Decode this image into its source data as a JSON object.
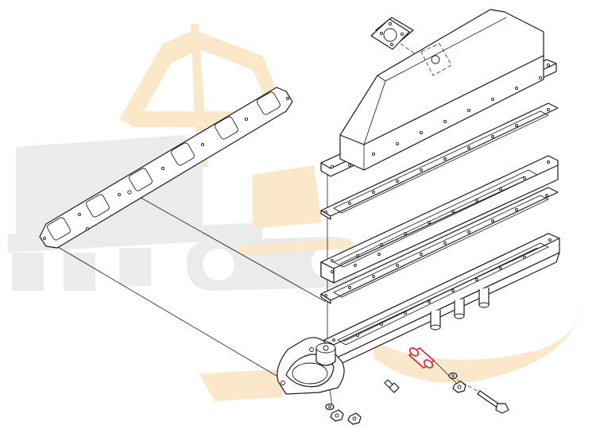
{
  "diagram": {
    "highlight_color": "#e02020",
    "line_color": "#1a1a1a",
    "watermark_colors": [
      "#e9e9e9",
      "#fbe6c4"
    ],
    "parts": [
      {
        "name": "outlet-flange-gasket",
        "icon": "square-gasket-icon"
      },
      {
        "name": "manifold-cover",
        "icon": "cover-icon"
      },
      {
        "name": "cover-gasket",
        "icon": "gasket-icon"
      },
      {
        "name": "manifold-spacer",
        "icon": "spacer-icon"
      },
      {
        "name": "spacer-gasket",
        "icon": "gasket-icon"
      },
      {
        "name": "manifold-body",
        "icon": "manifold-icon"
      },
      {
        "name": "exhaust-port-gasket",
        "icon": "port-gasket-icon"
      },
      {
        "name": "highlighted-sleeve",
        "icon": "sleeve-icon"
      },
      {
        "name": "bolt",
        "icon": "bolt-icon"
      },
      {
        "name": "washer",
        "icon": "washer-icon"
      },
      {
        "name": "nut",
        "icon": "nut-icon"
      }
    ]
  }
}
